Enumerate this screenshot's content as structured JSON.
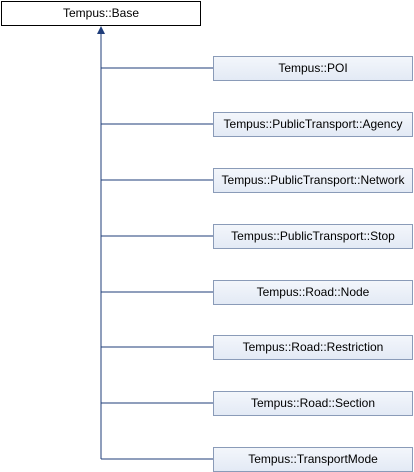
{
  "base": {
    "label": "Tempus::Base"
  },
  "children": [
    {
      "label": "Tempus::POI"
    },
    {
      "label": "Tempus::PublicTransport::Agency"
    },
    {
      "label": "Tempus::PublicTransport::Network"
    },
    {
      "label": "Tempus::PublicTransport::Stop"
    },
    {
      "label": "Tempus::Road::Node"
    },
    {
      "label": "Tempus::Road::Restriction"
    },
    {
      "label": "Tempus::Road::Section"
    },
    {
      "label": "Tempus::TransportMode"
    }
  ],
  "colors": {
    "edge": "#1f3d7a",
    "child_fill": "#e3eaf5",
    "child_border": "#8a9bb8"
  }
}
